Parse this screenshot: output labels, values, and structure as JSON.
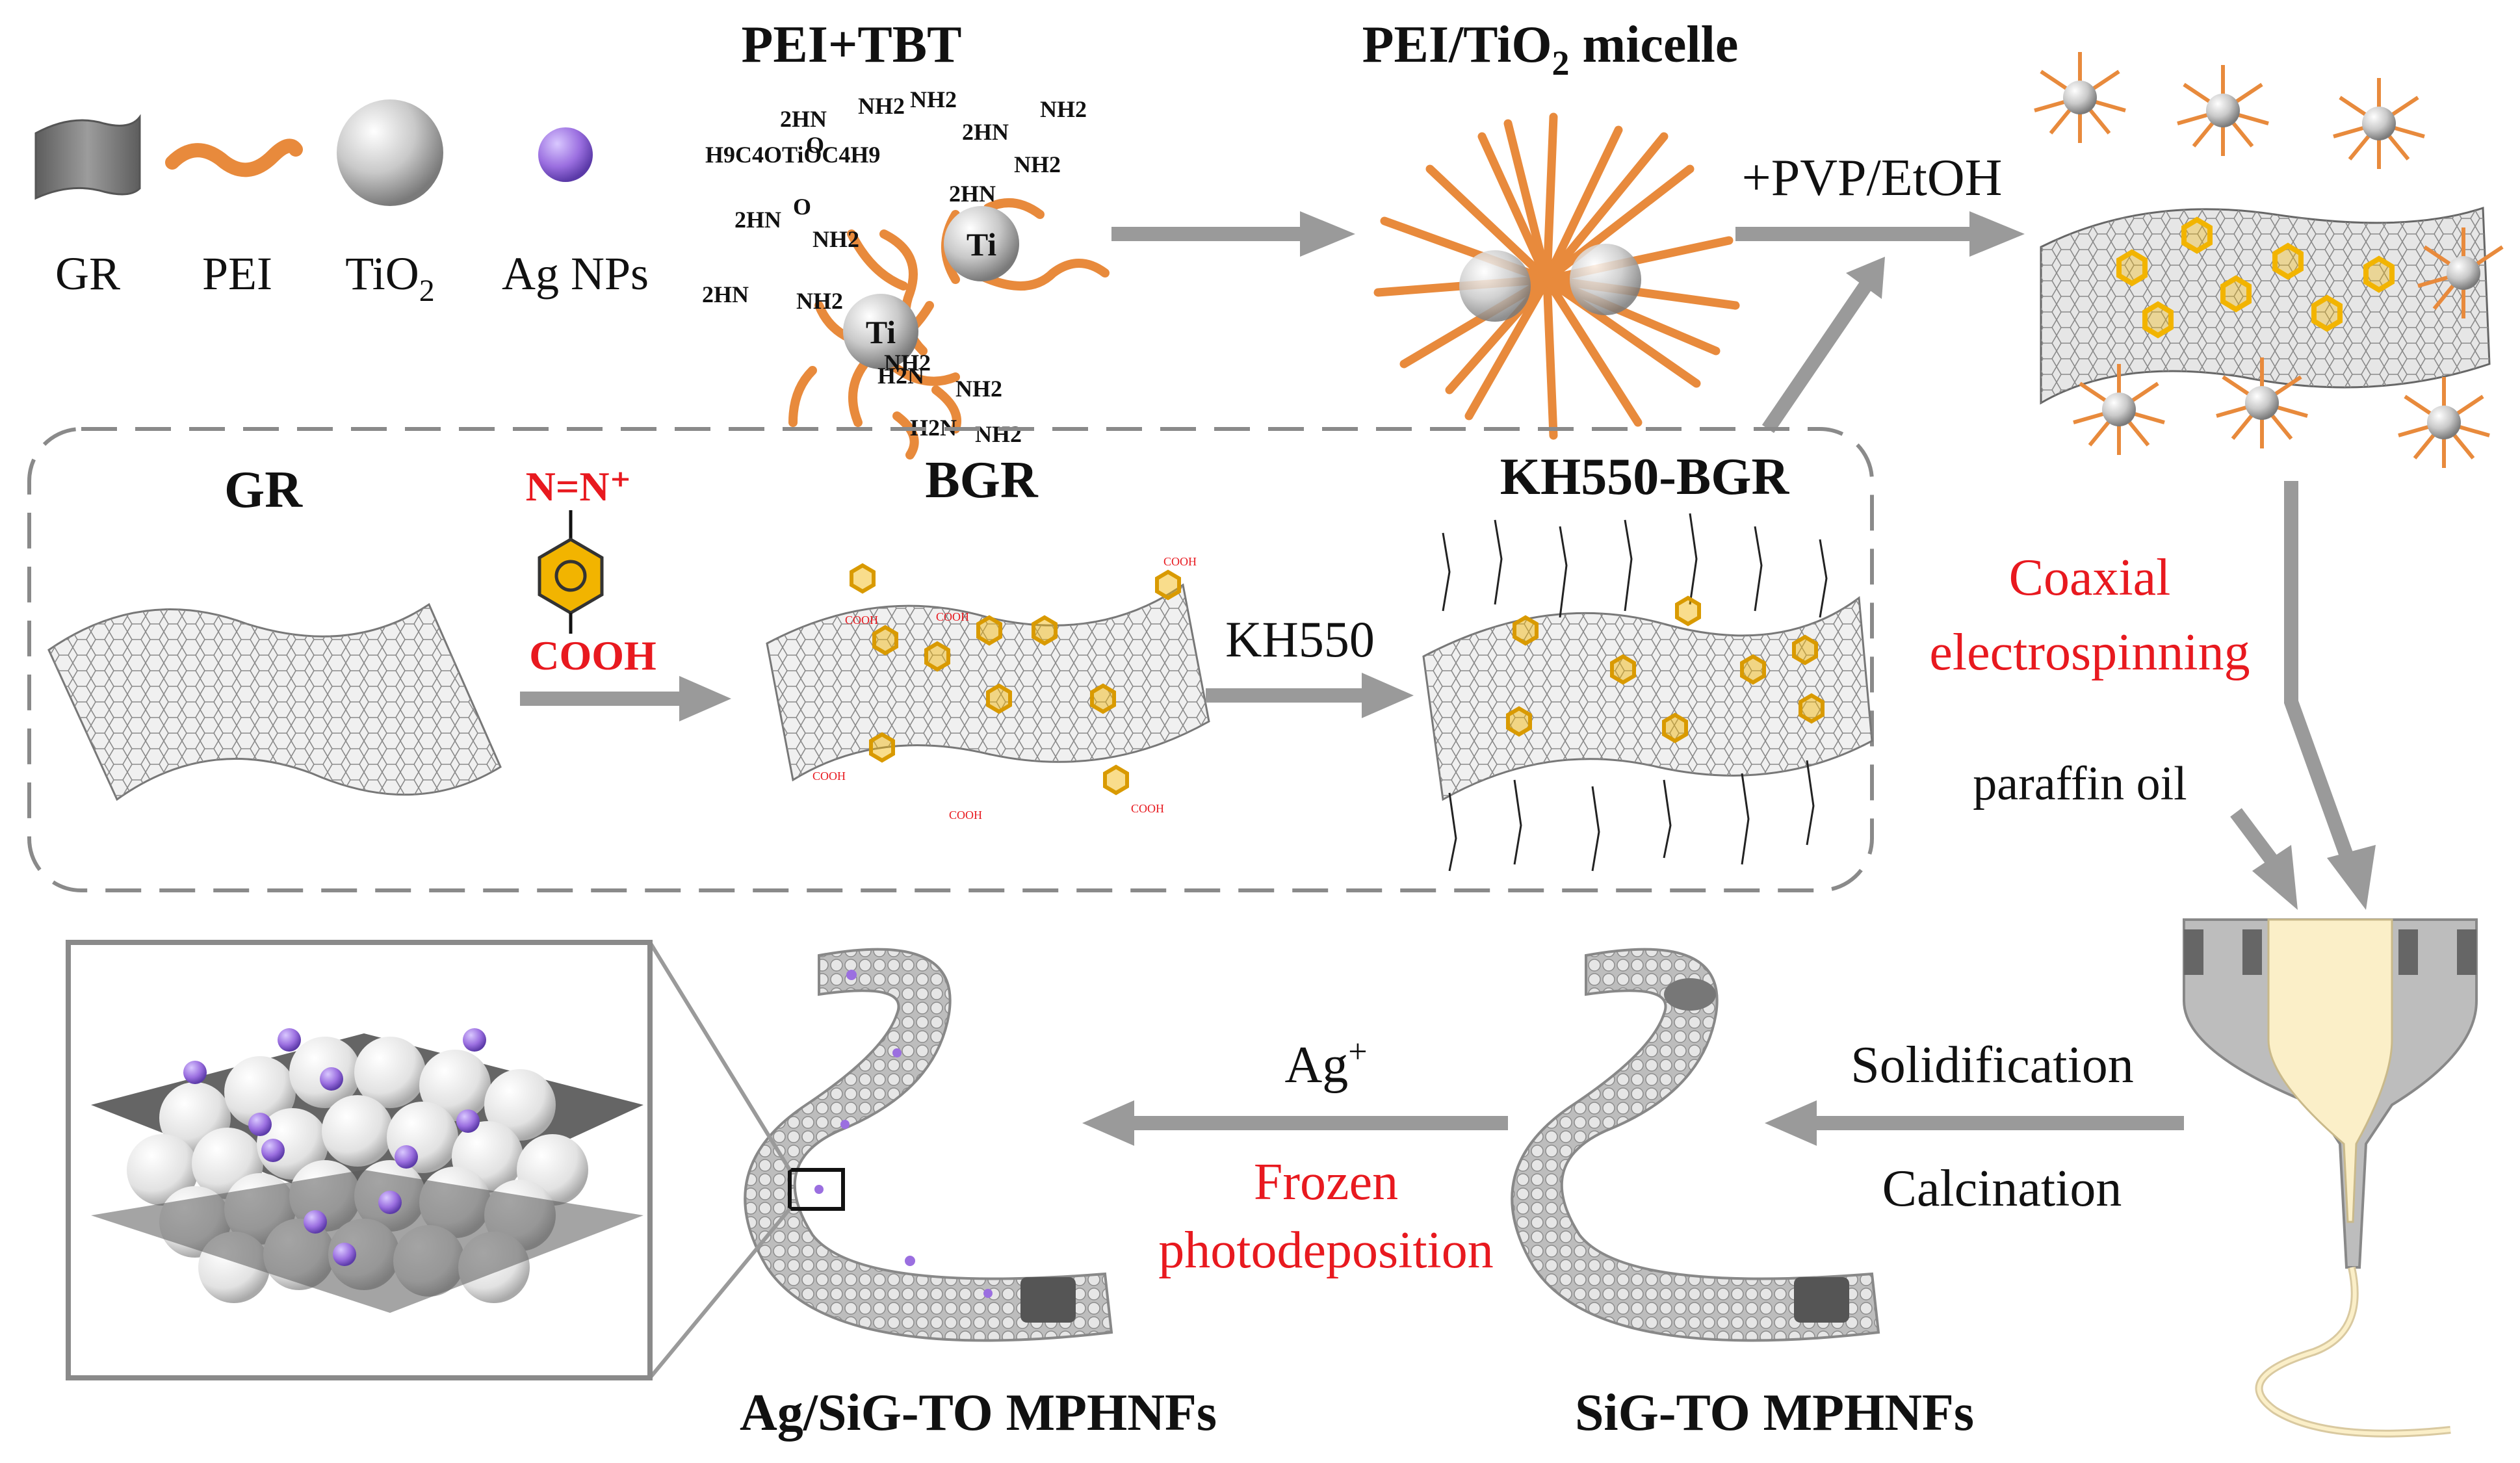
{
  "legend": {
    "items": [
      {
        "key": "gr",
        "label": "GR"
      },
      {
        "key": "pei",
        "label": "PEI"
      },
      {
        "key": "tio2",
        "label_main": "TiO",
        "label_sub": "2"
      },
      {
        "key": "ag",
        "label": "Ag NPs"
      }
    ]
  },
  "top": {
    "pei_tbt_title": "PEI+TBT",
    "micelle_title_main": "PEI/TiO",
    "micelle_title_sub": "2",
    "micelle_title_rest": " micelle",
    "pvp_label": "+PVP/EtOH",
    "ti_label": "Ti",
    "chem_labels": [
      "2HN",
      "NH2",
      "H9C4OTiOC4H9",
      "O",
      "H2N",
      "NH2"
    ]
  },
  "box": {
    "gr_title": "GR",
    "bgr_title": "BGR",
    "kh550bgr_title": "KH550-BGR",
    "diazo_label": "N=N⁺",
    "cooh_label": "COOH",
    "kh550_label": "KH550",
    "small_cooh": "COOH"
  },
  "right": {
    "coaxial_line1": "Coaxial",
    "coaxial_line2": "electrospinning",
    "paraffin_label": "paraffin oil"
  },
  "bottom": {
    "solidification": "Solidification",
    "calcination": "Calcination",
    "ag_plus_main": "Ag",
    "ag_plus_sup": "+",
    "frozen_line1": "Frozen",
    "frozen_line2": "photodeposition",
    "ag_sig_caption": "Ag/SiG-TO MPHNFs",
    "sig_caption": "SiG-TO MPHNFs"
  },
  "colors": {
    "arrow": "#9a9a9a",
    "red_text": "#e8191f",
    "pei_orange": "#e88a3c",
    "ag_purple": "#9b6fe0",
    "benzene_yellow": "#f2b400",
    "sheet_gray": "#d8d8d8",
    "needle_yellow": "#fbefc8"
  }
}
